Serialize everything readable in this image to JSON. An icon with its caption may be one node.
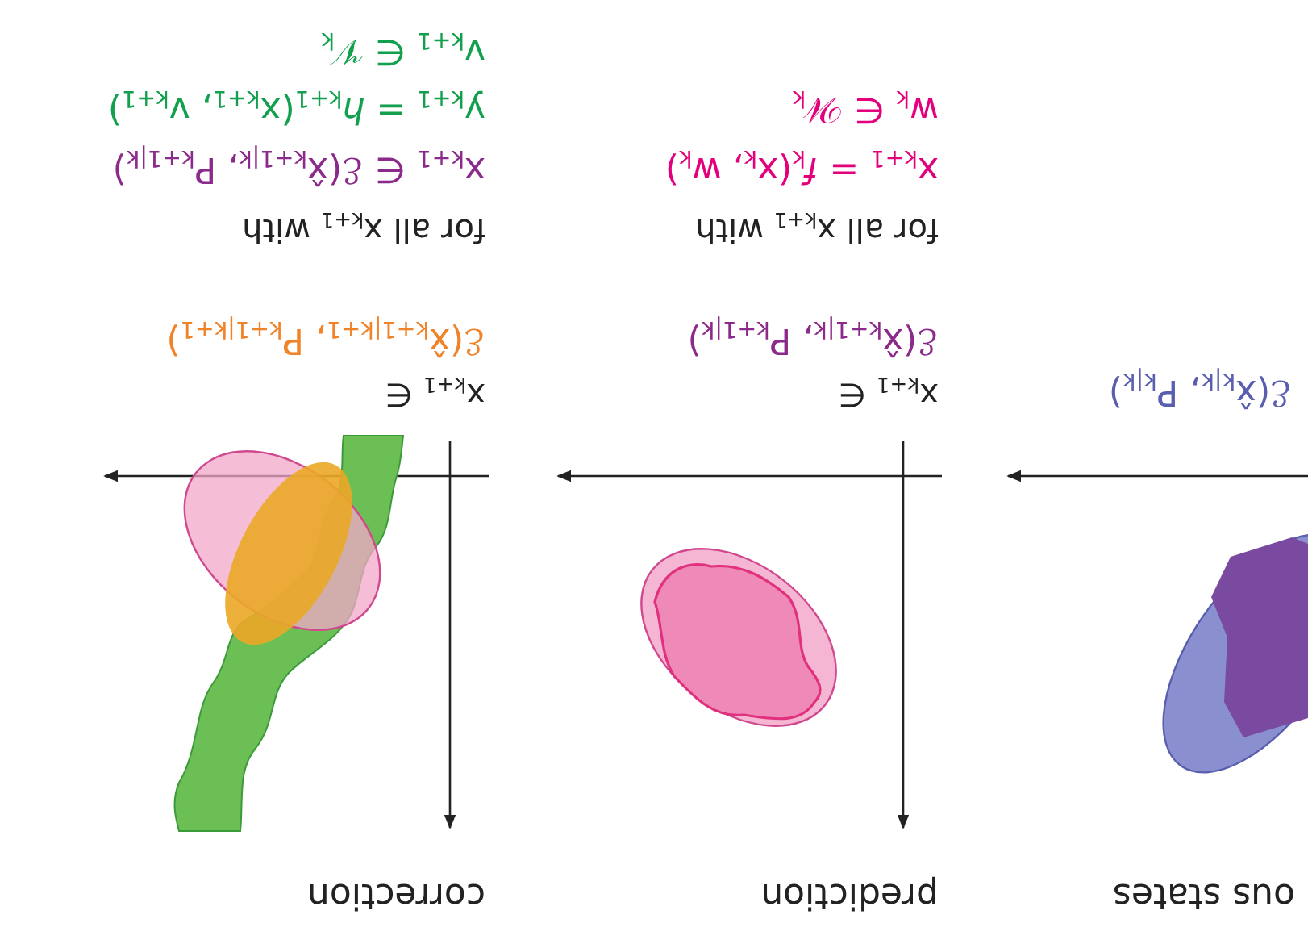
{
  "diagram": {
    "labels": [
      "ous states",
      "prediction",
      "correction",
      "ℰ(x̂$_{k|k}$, P$_{k|k}$)",
      "x$_{k+1}$ ∈",
      "ℰ(x̂$_{k+1|k}$, P$_{k+1|k}$)",
      "x$_{k+1}$ ∈",
      "ℰ(x̂$_{k+1|k+1}$, P$_{k+1|k+1}$)",
      "for all x$_{k+1}$ with",
      "x$_{k+1}$ = *f*$_{k}$(x$_{k}$, w$_{k}$)",
      "w$_{k}$ ∈ 𝒲$_{k}$",
      "for all x$_{k+1}$ with",
      "x$_{k+1}$ ∈ ℰ(x̂$_{k+1|k}$, P$_{k+1|k}$)",
      "y$_{k+1}$ = *h*$_{k+1}$(x$_{k+1}$, v$_{k+1}$)",
      "v$_{k+1}$ ∈ 𝒱$_{k}$"
    ]
  }
}
